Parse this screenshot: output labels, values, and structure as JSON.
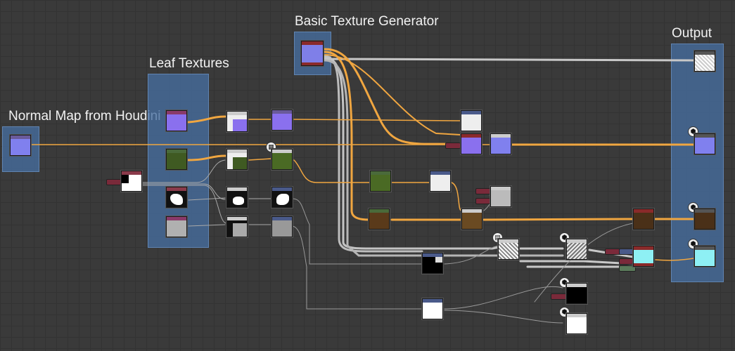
{
  "frames": {
    "normal_map": "Normal Map from Houdini",
    "leaf_textures": "Leaf Textures",
    "basic_texture_generator": "Basic Texture Generator",
    "output": "Output"
  },
  "colors": {
    "canvas": "#3a3a3a",
    "frame": "#466ea0",
    "wire_float": "#f0a640",
    "wire_gray": "#c8c8c8",
    "header_purple": "#6a5a9a",
    "header_red": "#8a2a2a",
    "header_green": "#4a6a3a",
    "normal_blue": "#7f7fe8",
    "grass_green": "#4a6a24",
    "dirt_brown": "#5a3a1a",
    "cyan": "#8ef0f4"
  },
  "icons": {
    "output_badge": "cube-icon",
    "checker_badge": "checker-icon",
    "doc_badge": "document-icon"
  }
}
